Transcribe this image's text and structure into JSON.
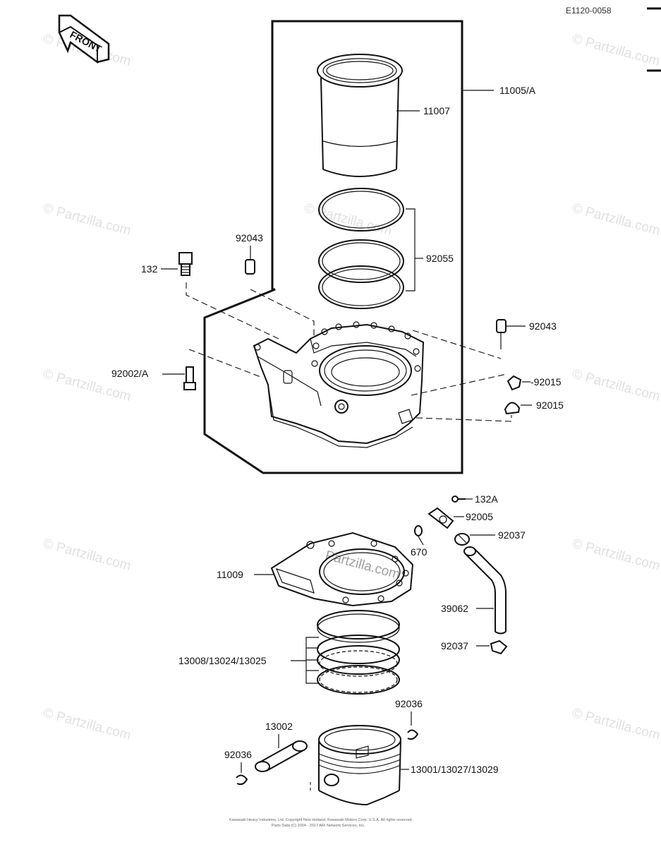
{
  "diagram_code": "E1120-0058",
  "front_label": "FRONT",
  "watermark_text": "© Partzilla.com",
  "watermark_center": "Partzilla.com",
  "copyright_lines": [
    "Kawasaki Heavy Industries, Ltd. Copyright New Holland. Kawasaki Motors Corp. U.S.A. All rights reserved.",
    "Parts Data (C) 2004 - 2017 ARI Network Services, Inc."
  ],
  "callouts": {
    "p11005A": "11005/A",
    "p11007": "11007",
    "p92055": "92055",
    "p92043_left": "92043",
    "p132": "132",
    "p92043_right": "92043",
    "p92002A": "92002/A",
    "p92015_top": "-92015",
    "p92015_bottom": "92015",
    "p132A": "132A",
    "p92005": "92005",
    "p670": "670",
    "p92037_top": "92037",
    "p11009": "11009",
    "p39062": "39062",
    "p92037_bottom": "92037",
    "p13008": "13008/13024/13025",
    "p92036_right": "92036",
    "p13002": "13002",
    "p92036_left": "92036",
    "p13001": "13001/13027/13029"
  }
}
